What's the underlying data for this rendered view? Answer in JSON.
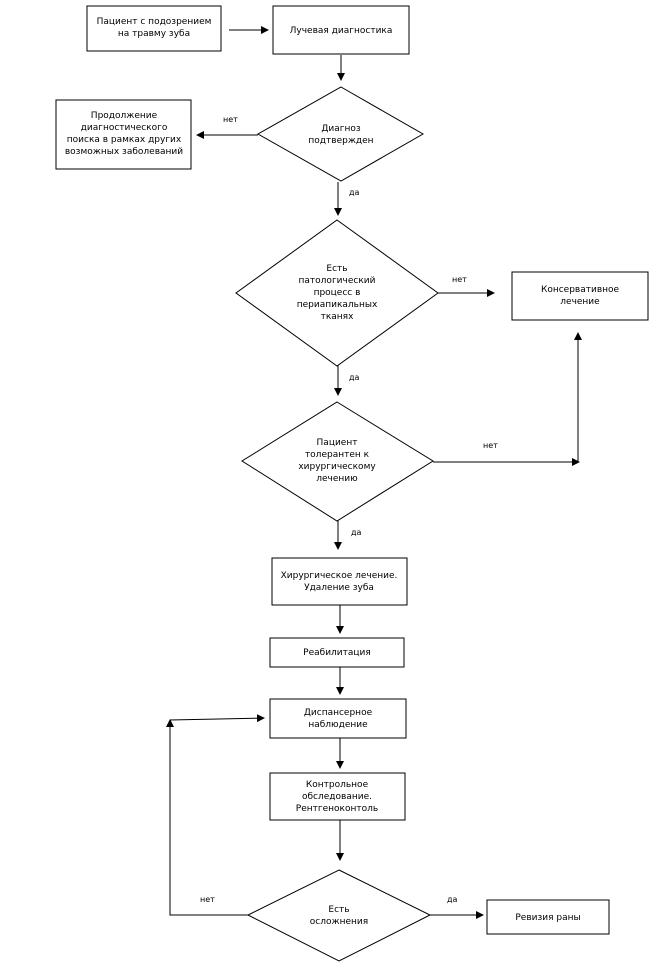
{
  "nodes": {
    "patient": [
      "Пациент с подозрением",
      "на травму зуба"
    ],
    "radiology": [
      "Лучевая диагностика"
    ],
    "diag_confirmed": [
      "Диагноз",
      "подтвержден"
    ],
    "continue_search": [
      "Продолжение",
      "диагностического",
      "поиска в рамках других",
      "возможных заболеваний"
    ],
    "pathology": [
      "Есть",
      "патологический",
      "процесс в",
      "периапикальных",
      "тканях"
    ],
    "conservative": [
      "Консервативное",
      "лечение"
    ],
    "tolerant": [
      "Пациент",
      "толерантен к",
      "хирургическому",
      "лечению"
    ],
    "surgery": [
      "Хирургическое лечение.",
      "Удаление зуба"
    ],
    "rehab": [
      "Реабилитация"
    ],
    "dispensary": [
      "Диспансерное",
      "наблюдение"
    ],
    "control": [
      "Контрольное",
      "обследование.",
      "Рентгеноконтоль"
    ],
    "complications": [
      "Есть",
      "осложнения"
    ],
    "revision": [
      "Ревизия раны"
    ]
  },
  "labels": {
    "no_diag": "нет",
    "yes_diag": "да",
    "no_path": "нет",
    "yes_path": "да",
    "no_tol": "нет",
    "yes_tol": "да",
    "no_comp": "нет",
    "yes_comp": "да"
  }
}
